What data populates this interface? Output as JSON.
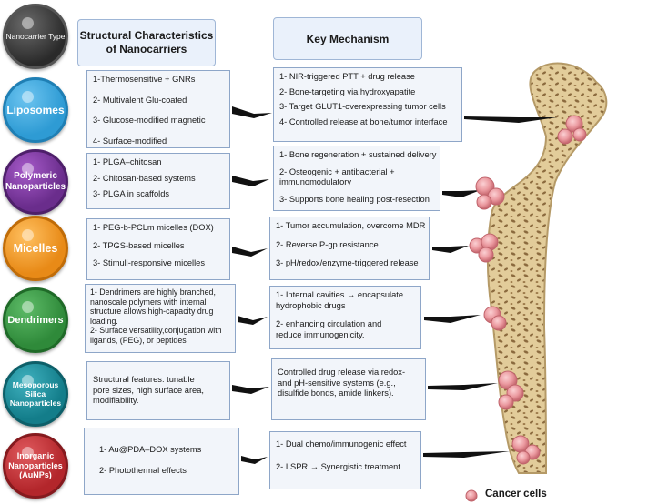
{
  "headers": {
    "nanocarrier_type": "Nanocarrier Type",
    "structural_line1": "Structural Characteristics",
    "structural_line2": "of Nanocarriers",
    "key_mechanism": "Key Mechanism"
  },
  "rows": [
    {
      "name": "Liposomes",
      "color": "#2e9bd4",
      "structural": [
        "1-Thermosensitive  + GNRs",
        "2- Multivalent Glu-coated",
        "3- Glucose-modified magnetic",
        "4- Surface-modified"
      ],
      "mechanism": [
        "1- NIR-triggered PTT + drug release",
        "2- Bone-targeting via hydroxyapatite",
        "3- Target GLUT1-overexpressing tumor cells",
        "4- Controlled release at bone/tumor interface"
      ]
    },
    {
      "name_line1": "Polymeric",
      "name_line2": "Nanoparticles",
      "color": "#6a2d8c",
      "structural": [
        "1- PLGA–chitosan",
        "2- Chitosan-based systems",
        "3- PLGA in scaffolds"
      ],
      "mechanism": [
        "1- Bone regeneration + sustained delivery",
        "2- Osteogenic + antibacterial +",
        "immunomodulatory",
        "3- Supports bone healing post-resection"
      ]
    },
    {
      "name": "Micelles",
      "color": "#e88a17",
      "structural": [
        "1- PEG-b-PCLm micelles (DOX)",
        "2- TPGS-based micelles",
        "3- Stimuli-responsive micelles"
      ],
      "mechanism": [
        "1- Tumor accumulation, overcome MDR",
        "2- Reverse P-gp resistance",
        "3- pH/redox/enzyme-triggered release"
      ]
    },
    {
      "name": "Dendrimers",
      "color": "#2f8a3a",
      "structural": [
        "1- Dendrimers are highly branched,",
        "nanoscale polymers with internal",
        "structure allows high-capacity drug",
        "loading.",
        "2- Surface versatility,conjugation with",
        "ligands,  (PEG), or peptides"
      ],
      "mechanism": [
        "1- Internal cavities → encapsulate",
        "hydrophobic drugs",
        "2- enhancing circulation and",
        "reduce immunogenicity."
      ]
    },
    {
      "name_line1": "Mesoporous",
      "name_line2": "Silica",
      "name_line3": "Nanoparticles",
      "color": "#137d8a",
      "structural": [
        "Structural features: tunable",
        "pore sizes, high surface area,",
        "modifiability."
      ],
      "mechanism": [
        "Controlled drug release via redox-",
        "and pH-sensitive systems (e.g.,",
        "disulfide bonds, amide linkers)."
      ]
    },
    {
      "name_line1": "Inorganic",
      "name_line2": "Nanoparticles",
      "name_line3": "(AuNPs)",
      "color": "#b3262b",
      "structural": [
        "1- Au@PDA–DOX systems",
        "2- Photothermal effects"
      ],
      "mechanism": [
        "1- Dual chemo/immunogenic effect",
        "2- LSPR → Synergistic treatment"
      ]
    }
  ],
  "legend": {
    "label": "Cancer cells"
  },
  "colors": {
    "header_circle": "#3a3a3a",
    "bone": "#e2cc9a",
    "bone_pattern": "#8b6a3e",
    "cancer_cell": "#e88a90"
  }
}
